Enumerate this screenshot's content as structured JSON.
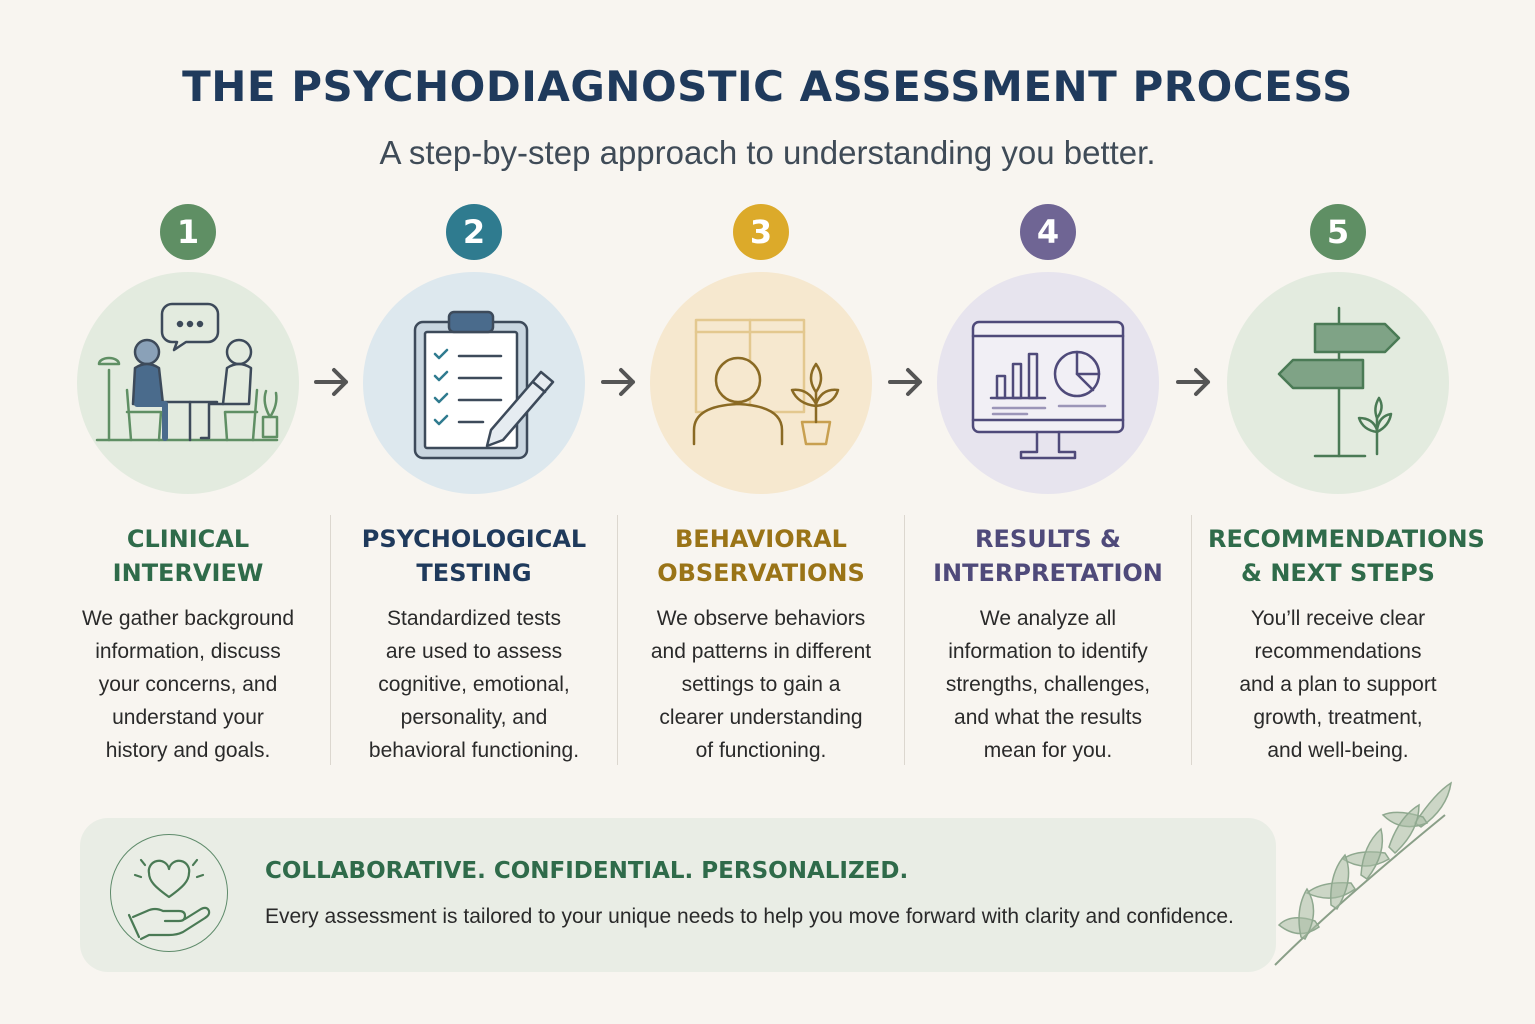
{
  "header": {
    "title": "THE PSYCHODIAGNOSTIC ASSESSMENT PROCESS",
    "subtitle": "A step-by-step approach to understanding you better."
  },
  "steps": [
    {
      "number": "1",
      "title_line1": "CLINICAL",
      "title_line2": "INTERVIEW",
      "desc": [
        "We gather background",
        "information, discuss",
        "your concerns, and",
        "understand your",
        "history and goals."
      ],
      "icon": "clinical-interview-icon",
      "color": "#5f8f64",
      "title_color": "#2f6b4a",
      "circle_bg": "#e3ebdf"
    },
    {
      "number": "2",
      "title_line1": "PSYCHOLOGICAL",
      "title_line2": "TESTING",
      "desc": [
        "Standardized tests",
        "are used to assess",
        "cognitive, emotional,",
        "personality, and",
        "behavioral functioning."
      ],
      "icon": "clipboard-checklist-icon",
      "color": "#2f7b8f",
      "title_color": "#1f3a5c",
      "circle_bg": "#dde8ee"
    },
    {
      "number": "3",
      "title_line1": "BEHAVIORAL",
      "title_line2": "OBSERVATIONS",
      "desc": [
        "We observe behaviors",
        "and patterns in different",
        "settings to gain a",
        "clearer understanding",
        "of functioning."
      ],
      "icon": "person-observation-icon",
      "color": "#dcaa2a",
      "title_color": "#9a7417",
      "circle_bg": "#f6e8cf"
    },
    {
      "number": "4",
      "title_line1": "RESULTS &",
      "title_line2": "INTERPRETATION",
      "desc": [
        "We analyze all",
        "information to identify",
        "strengths, challenges,",
        "and what the results",
        "mean for you."
      ],
      "icon": "monitor-chart-icon",
      "color": "#6f6594",
      "title_color": "#4f4a7a",
      "circle_bg": "#e7e4ee"
    },
    {
      "number": "5",
      "title_line1": "RECOMMENDATIONS",
      "title_line2": "& NEXT STEPS",
      "desc": [
        "You’ll receive clear",
        "recommendations",
        "and a plan to support",
        "growth, treatment,",
        "and well-being."
      ],
      "icon": "signpost-icon",
      "color": "#5f8f64",
      "title_color": "#2f6b4a",
      "circle_bg": "#e3ebdf"
    }
  ],
  "banner": {
    "heading": "COLLABORATIVE. CONFIDENTIAL. PERSONALIZED.",
    "text": "Every assessment is tailored to your unique needs to help you move forward with clarity and confidence.",
    "icon": "heart-in-hand-icon"
  },
  "decoration": {
    "icon": "leaf-branch-icon"
  },
  "colors": {
    "line_art": "#3d4a5a",
    "arrow": "#555555"
  }
}
